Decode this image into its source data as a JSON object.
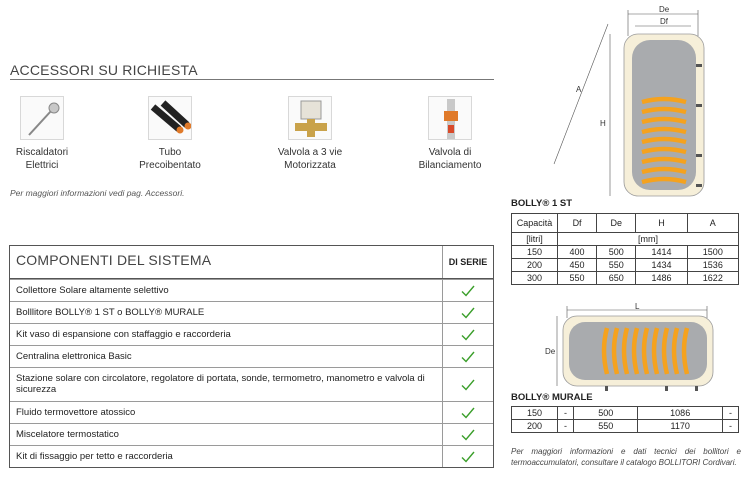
{
  "accessories": {
    "title": "ACCESSORI SU RICHIESTA",
    "items": [
      {
        "label_line1": "Riscaldatori",
        "label_line2": "Elettrici",
        "icon": "electric-heater-icon"
      },
      {
        "label_line1": "Tubo",
        "label_line2": "Precoibentato",
        "icon": "preinsulated-pipe-icon"
      },
      {
        "label_line1": "Valvola a 3 vie",
        "label_line2": "Motorizzata",
        "icon": "three-way-valve-icon"
      },
      {
        "label_line1": "Valvola di",
        "label_line2": "Bilanciamento",
        "icon": "balancing-valve-icon"
      }
    ],
    "note": "Per maggiori informazioni vedi pag. Accessori."
  },
  "components": {
    "title": "COMPONENTI DEL SISTEMA",
    "column_header": "DI SERIE",
    "rows": [
      {
        "name": "Collettore Solare altamente selettivo",
        "included": true
      },
      {
        "name": "Bolllitore BOLLY® 1 ST o BOLLY® MURALE",
        "included": true
      },
      {
        "name": "Kit vaso di espansione con staffaggio e raccorderia",
        "included": true
      },
      {
        "name": "Centralina elettronica Basic",
        "included": true
      },
      {
        "name": "Stazione solare con circolatore, regolatore di portata, sonde, termometro, manometro e valvola di sicurezza",
        "included": true
      },
      {
        "name": "Fluido termovettore atossico",
        "included": true
      },
      {
        "name": "Miscelatore termostatico",
        "included": true
      },
      {
        "name": "Kit di fissaggio per tetto e raccorderia",
        "included": true
      }
    ],
    "check_color": "#3a9e2a"
  },
  "diagram_top": {
    "labels": {
      "de": "De",
      "df": "Df",
      "a": "A",
      "h": "H"
    }
  },
  "diagram_bottom": {
    "labels": {
      "l": "L",
      "de": "De"
    }
  },
  "bolly_1st": {
    "title": "BOLLY® 1 ST",
    "headers": [
      "Capacità",
      "Df",
      "De",
      "H",
      "A"
    ],
    "units": [
      "[litri]",
      "[mm]"
    ],
    "rows": [
      [
        "150",
        "400",
        "500",
        "1414",
        "1500"
      ],
      [
        "200",
        "450",
        "550",
        "1434",
        "1536"
      ],
      [
        "300",
        "550",
        "650",
        "1486",
        "1622"
      ]
    ]
  },
  "bolly_murale": {
    "title": "BOLLY® MURALE",
    "rows": [
      [
        "150",
        "-",
        "500",
        "1086",
        "-"
      ],
      [
        "200",
        "-",
        "550",
        "1170",
        "-"
      ]
    ]
  },
  "specs_note": "Per maggiori informazioni e dati tecnici dei bollitori e termoaccumulatori, consultare il catalogo BOLLITORI Cordivari.",
  "colors": {
    "coil": "#f5a21e",
    "tank": "#a9abae",
    "insulation": "#f6efd9"
  }
}
